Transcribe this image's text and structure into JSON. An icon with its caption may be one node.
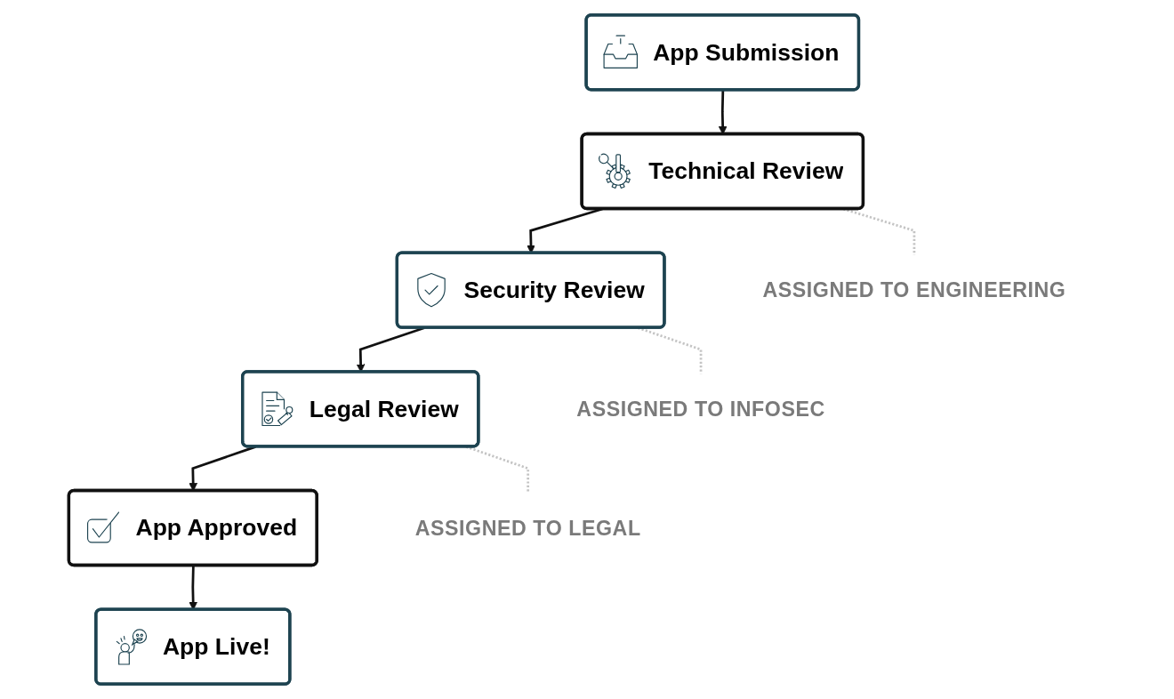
{
  "diagram": {
    "nodes": [
      {
        "text": [
          "App Submission"
        ]
      },
      {
        "text": [
          "Technical Review"
        ]
      },
      {
        "text": [
          "ASSIGNED TO ENGINEERING"
        ]
      },
      {
        "text": [
          "Security Review"
        ]
      },
      {
        "text": [
          "ASSIGNED TO INFOSEC"
        ]
      },
      {
        "text": [
          "Legal Review"
        ]
      },
      {
        "text": [
          "ASSIGNED TO LEGAL"
        ]
      },
      {
        "text": [
          "App Approved"
        ]
      },
      {
        "text": [
          "App Live!"
        ]
      }
    ],
    "edges": [
      {
        "from": 0,
        "to": 1,
        "arrow": "to"
      },
      {
        "from": 1,
        "to": 2,
        "arrow": "none",
        "style": "dashed",
        "color": "#c4c4c4"
      },
      {
        "from": 1,
        "to": 3,
        "arrow": "to"
      },
      {
        "from": 3,
        "to": 4,
        "arrow": "none",
        "style": "dashed",
        "color": "#c4c4c4"
      },
      {
        "from": 3,
        "to": 5,
        "arrow": "to"
      },
      {
        "from": 5,
        "to": 6,
        "arrow": "none",
        "style": "dashed",
        "color": "#c4c4c4"
      },
      {
        "from": 5,
        "to": 7,
        "arrow": "to"
      },
      {
        "from": 7,
        "to": 8,
        "arrow": "to"
      }
    ]
  }
}
